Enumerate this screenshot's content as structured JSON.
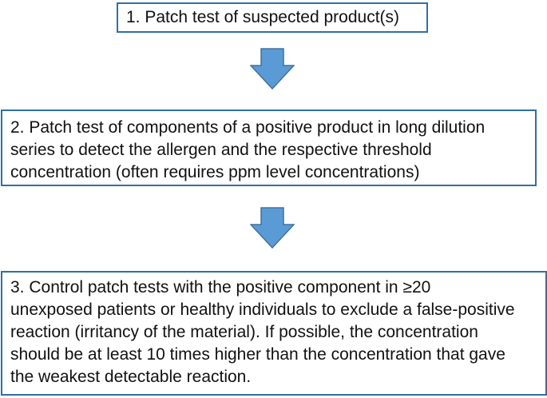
{
  "steps": [
    {
      "text": "1. Patch test of suspected product(s)"
    },
    {
      "text": "2. Patch test of components of a positive product in long dilution\nseries to detect the allergen and the respective threshold\nconcentration (often requires ppm level concentrations)"
    },
    {
      "text": "3. Control patch tests with the positive component in ≥20\nunexposed patients or healthy individuals to exclude a false-positive\nreaction (irritancy of the material). If possible, the concentration\nshould be at least 10 times higher than the concentration that gave\nthe weakest detectable reaction."
    }
  ],
  "colors": {
    "box_border": "#2f6fa7",
    "arrow_fill": "#5b9bd5",
    "arrow_stroke": "#41719c"
  }
}
